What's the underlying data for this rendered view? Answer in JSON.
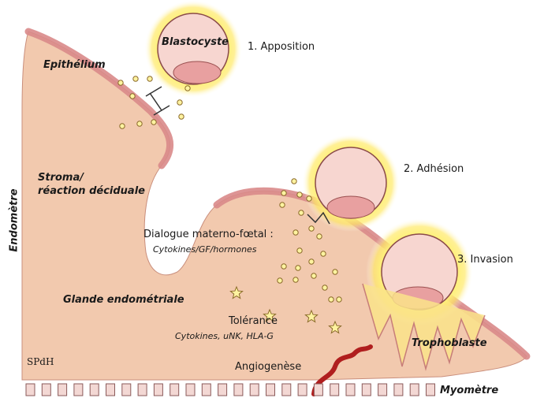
{
  "labels": {
    "blastocyst": "Blastocyste",
    "apposition": "1. Apposition",
    "epithelium": "Epithélium",
    "stroma_line1": "Stroma/",
    "stroma_line2": "réaction déciduale",
    "endometrium": "Endomètre",
    "adhesion": "2. Adhésion",
    "dialogue": "Dialogue materno-fœtal :",
    "dialogue_factors": "Cytokines/GF/hormones",
    "invasion": "3. Invasion",
    "gland": "Glande endométriale",
    "tolerance": "Tolérance",
    "tolerance_factors": "Cytokines, uNK, HLA-G",
    "trophoblast": "Trophoblaste",
    "signature": "SPdH",
    "angiogenesis": "Angiogenèse",
    "myometrium": "Myomètre"
  },
  "colors": {
    "stroma": "#f2c9ae",
    "epithelium": "#d98a8a",
    "blastocyst": "#f7d6d0",
    "inner_cell_mass": "#e8a0a0",
    "glow": "#fff27a",
    "vessel": "#b01e1e"
  }
}
